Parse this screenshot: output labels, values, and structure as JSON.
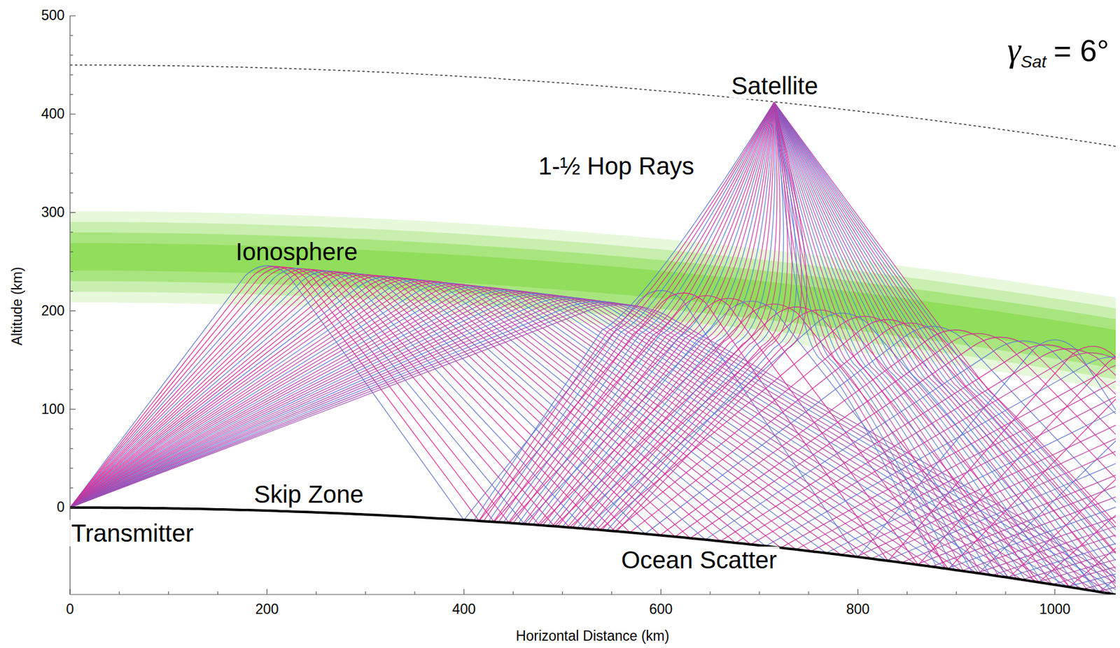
{
  "diagram": {
    "labels": [
      "γ",
      "Sat",
      "= 6°",
      "Satellite",
      "1-½ Hop Rays",
      "Ionosphere",
      "Skip Zone",
      "Transmitter",
      "Ocean Scatter",
      "Altitude (km)",
      "Horizontal Distance (km)",
      "500",
      "400",
      "300",
      "200",
      "100",
      "0",
      "0",
      "200",
      "400",
      "600",
      "800",
      "1000"
    ]
  }
}
